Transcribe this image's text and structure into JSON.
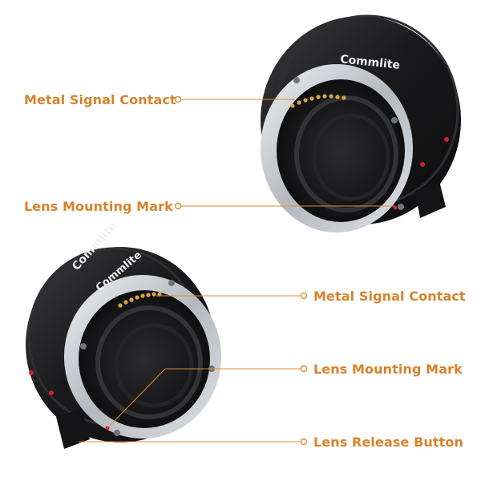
{
  "brand": {
    "logo_text": "Commlite"
  },
  "colors": {
    "label": "#d9822b",
    "leader": "#e08a33",
    "ring_body": "#1c1c1e",
    "ring_metal": "#c9cdd2",
    "contact_gold": "#d9a640",
    "red_mark": "#d0202a"
  },
  "callouts": {
    "top_metal_signal_contact": "Metal Signal Contact",
    "top_lens_mounting_mark": "Lens Mounting Mark",
    "bottom_metal_signal_contact": "Metal Signal Contact",
    "bottom_lens_mounting_mark": "Lens Mounting Mark",
    "bottom_lens_release_button": "Lens Release Button"
  }
}
